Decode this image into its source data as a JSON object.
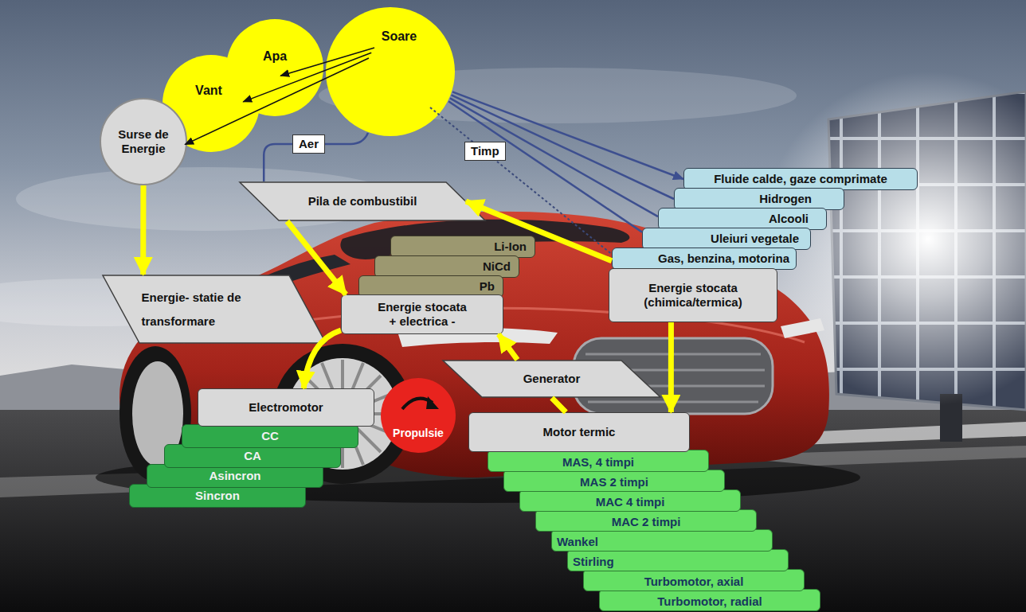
{
  "diagram": {
    "nodes": [
      {
        "text": [
          "Soare"
        ]
      },
      {
        "text": [
          "Apa"
        ]
      },
      {
        "text": [
          "Vant"
        ]
      },
      {
        "text": [
          "Surse de Energie"
        ]
      },
      {
        "text": [
          "Pila de combustibil"
        ]
      },
      {
        "text": [
          "Fluide calde, gaze comprimate"
        ]
      },
      {
        "text": [
          "Hidrogen"
        ]
      },
      {
        "text": [
          "Alcooli"
        ]
      },
      {
        "text": [
          "Uleiuri vegetale"
        ]
      },
      {
        "text": [
          "Gas, benzina, motorina"
        ]
      },
      {
        "text": [
          "Energie stocata (chimica/termica)"
        ]
      },
      {
        "text": [
          "Li-Ion"
        ]
      },
      {
        "text": [
          "NiCd"
        ]
      },
      {
        "text": [
          "Pb"
        ]
      },
      {
        "text": [
          "Energie- statie de transformare"
        ]
      },
      {
        "text": [
          "Energie stocata + electrica -"
        ]
      },
      {
        "text": [
          "Generator"
        ]
      },
      {
        "text": [
          "Electromotor"
        ]
      },
      {
        "text": [
          "CC"
        ]
      },
      {
        "text": [
          "CA"
        ]
      },
      {
        "text": [
          "Asincron"
        ]
      },
      {
        "text": [
          "Sincron"
        ]
      },
      {
        "text": [
          "Propulsie"
        ]
      },
      {
        "text": [
          "Motor termic"
        ]
      },
      {
        "text": [
          "MAS, 4 timpi"
        ]
      },
      {
        "text": [
          "MAS 2 timpi"
        ]
      },
      {
        "text": [
          "MAC 4 timpi"
        ]
      },
      {
        "text": [
          "MAC 2 timpi"
        ]
      },
      {
        "text": [
          "Wankel"
        ]
      },
      {
        "text": [
          "Stirling"
        ]
      },
      {
        "text": [
          "Turbomotor, axial"
        ]
      },
      {
        "text": [
          "Turbomotor, radial"
        ]
      }
    ],
    "edges": [
      {
        "from": 0,
        "to": 1,
        "arrow": "to"
      },
      {
        "from": 0,
        "to": 2,
        "arrow": "to"
      },
      {
        "from": 0,
        "to": 3,
        "arrow": "to"
      },
      {
        "from": 0,
        "to": 4,
        "arrow": "none",
        "label": "Aer"
      },
      {
        "from": 0,
        "to": 5,
        "arrow": "to"
      },
      {
        "from": 0,
        "to": 6,
        "arrow": "none"
      },
      {
        "from": 0,
        "to": 7,
        "arrow": "none"
      },
      {
        "from": 0,
        "to": 8,
        "arrow": "none"
      },
      {
        "from": 0,
        "to": 9,
        "arrow": "none",
        "label": "Timp"
      },
      {
        "from": 3,
        "to": 14,
        "arrow": "to"
      },
      {
        "from": 9,
        "to": 4,
        "arrow": "to"
      },
      {
        "from": 4,
        "to": 15,
        "arrow": "to"
      },
      {
        "from": 15,
        "to": 17,
        "arrow": "to"
      },
      {
        "from": 23,
        "to": 16,
        "arrow": "none"
      },
      {
        "from": 16,
        "to": 15,
        "arrow": "to"
      },
      {
        "from": 10,
        "to": 23,
        "arrow": "to"
      }
    ]
  }
}
